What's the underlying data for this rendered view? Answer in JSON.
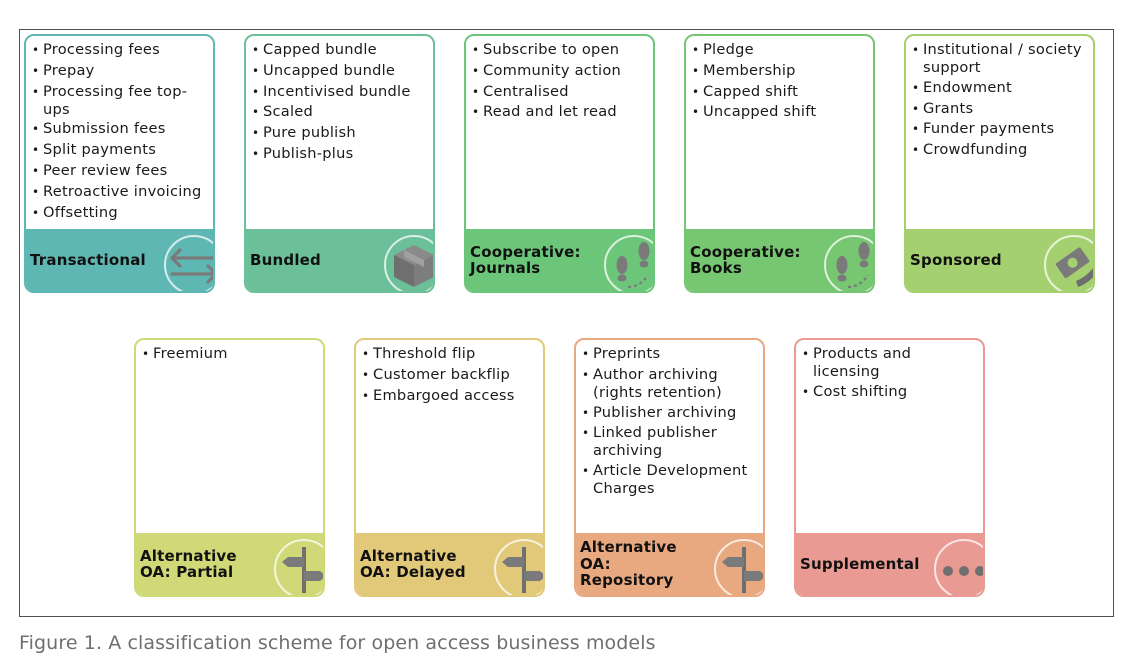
{
  "figure": {
    "caption": "Figure 1. A classification scheme for open access business models"
  },
  "categories": [
    {
      "id": "transactional",
      "label": "Transactional",
      "color": "#5fb7b3",
      "band_color": "#5fb7b3",
      "icon": "exchange-arrows-icon",
      "items": [
        "Processing fees",
        "Prepay",
        "Processing fee top-ups",
        "Submission fees",
        "Split payments",
        "Peer review fees",
        "Retroactive invoicing",
        "Offsetting"
      ]
    },
    {
      "id": "bundled",
      "label": "Bundled",
      "color": "#6bbf99",
      "band_color": "#6bbf99",
      "icon": "box-icon",
      "items": [
        "Capped bundle",
        "Uncapped bundle",
        "Incentivised bundle",
        "Scaled",
        "Pure publish",
        "Publish-plus"
      ]
    },
    {
      "id": "cooperative-journals",
      "label": "Cooperative:\nJournals",
      "color": "#6cc67a",
      "band_color": "#6cc67a",
      "icon": "footsteps-icon",
      "items": [
        "Subscribe to open",
        "Community action",
        "Centralised",
        "Read and let read"
      ]
    },
    {
      "id": "cooperative-books",
      "label": "Cooperative:\nBooks",
      "color": "#77c672",
      "band_color": "#77c672",
      "icon": "footsteps-icon",
      "items": [
        "Pledge",
        "Membership",
        "Capped shift",
        "Uncapped shift"
      ]
    },
    {
      "id": "sponsored",
      "label": "Sponsored",
      "color": "#a4d070",
      "band_color": "#a4d070",
      "icon": "banknote-hand-icon",
      "items": [
        "Institutional / society support",
        "Endowment",
        "Grants",
        "Funder payments",
        "Crowdfunding"
      ]
    },
    {
      "id": "alt-oa-partial",
      "label": "Alternative\nOA: Partial",
      "color": "#cfd977",
      "band_color": "#cfd977",
      "icon": "signpost-icon",
      "items": [
        "Freemium"
      ]
    },
    {
      "id": "alt-oa-delayed",
      "label": "Alternative\nOA: Delayed",
      "color": "#e2c979",
      "band_color": "#e2c979",
      "icon": "signpost-icon",
      "items": [
        "Threshold flip",
        "Customer backflip",
        "Embargoed access"
      ]
    },
    {
      "id": "alt-oa-repository",
      "label": "Alternative\nOA:\nRepository",
      "color": "#e9a980",
      "band_color": "#e9a980",
      "icon": "signpost-icon",
      "items": [
        "Preprints",
        "Author archiving (rights retention)",
        "Publisher archiving",
        "Linked publisher archiving",
        "Article Development Charges"
      ]
    },
    {
      "id": "supplemental",
      "label": "Supplemental",
      "color": "#e99a92",
      "band_color": "#e99a92",
      "icon": "ellipsis-icon",
      "items": [
        "Products and licensing",
        "Cost shifting"
      ]
    }
  ]
}
